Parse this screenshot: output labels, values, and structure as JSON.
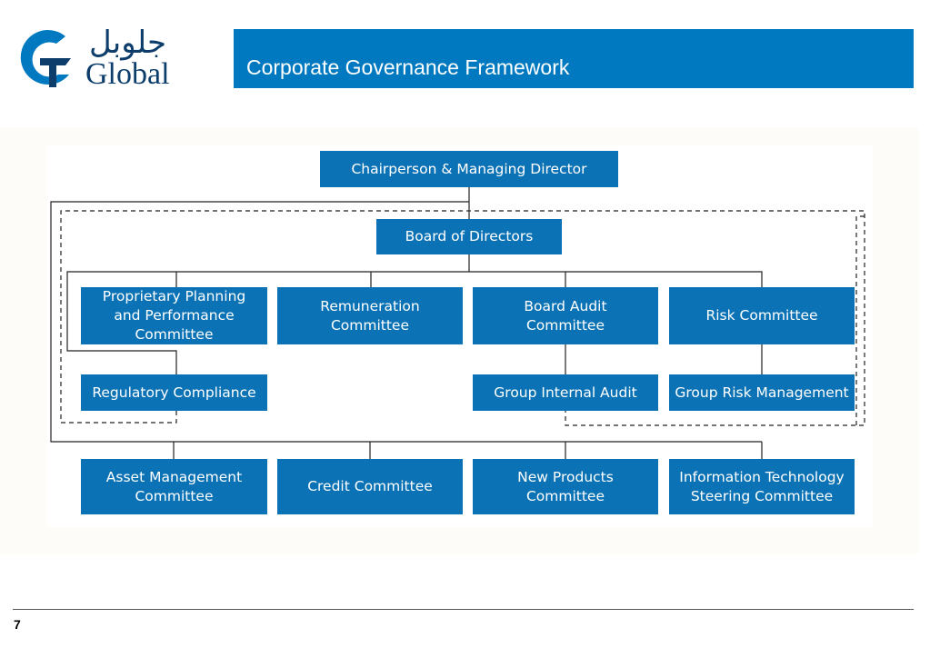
{
  "logo": {
    "arabic": "جلوبل",
    "latin": "Global",
    "colors": {
      "accent": "#0079c1",
      "dark": "#0d3d6b"
    }
  },
  "header": {
    "title": "Corporate Governance Framework",
    "bar_color": "#0079c1"
  },
  "diagram": {
    "box_color": "#0b72b5",
    "line_color": "#222222",
    "nodes": {
      "chair": "Chairperson & Managing Director",
      "board": "Board of Directors",
      "ppc": "Proprietary Planning\nand Performance\nCommittee",
      "remuneration": "Remuneration\nCommittee",
      "audit": "Board Audit\nCommittee",
      "risk": "Risk Committee",
      "compliance": "Regulatory Compliance",
      "internal_audit": "Group Internal Audit",
      "risk_mgmt": "Group Risk  Management",
      "asset_mgmt": "Asset Management\nCommittee",
      "credit": "Credit Committee",
      "new_products": "New Products\nCommittee",
      "it_steering": "Information Technology\nSteering Committee"
    }
  },
  "footer": {
    "page_number": "7"
  }
}
